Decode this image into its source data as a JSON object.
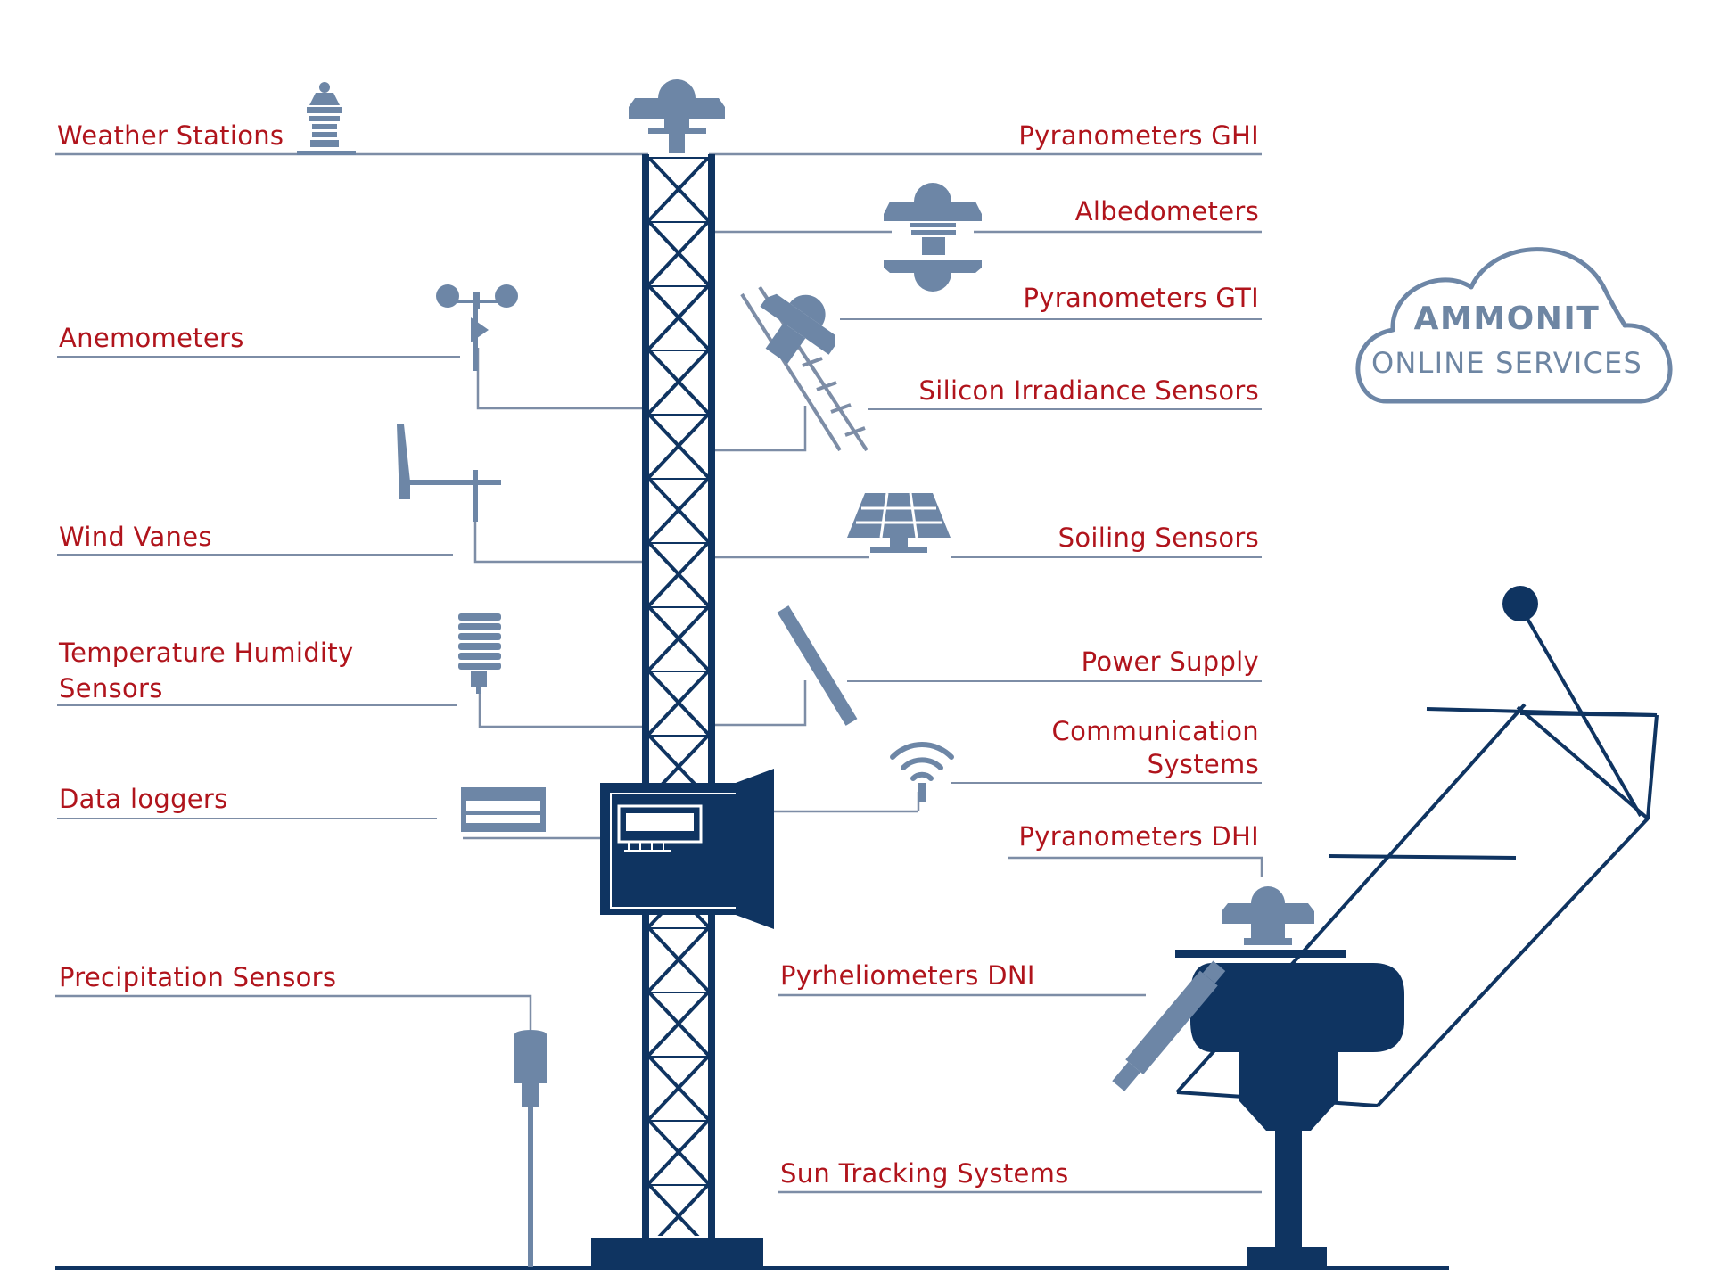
{
  "labels": {
    "weather_stations": "Weather Stations",
    "anemometers": "Anemometers",
    "wind_vanes": "Wind Vanes",
    "temp_humidity_line1": "Temperature Humidity",
    "temp_humidity_line2": "Sensors",
    "data_loggers": "Data loggers",
    "precipitation": "Precipitation Sensors",
    "pyranometers_ghi": "Pyranometers GHI",
    "albedometers": "Albedometers",
    "pyranometers_gti": "Pyranometers GTI",
    "silicon_irradiance": "Silicon Irradiance Sensors",
    "soiling": "Soiling Sensors",
    "power_supply": "Power Supply",
    "communication_line1": "Communication",
    "communication_line2": "Systems",
    "pyranometers_dhi": "Pyranometers DHI",
    "pyrheliometers_dni": "Pyrheliometers DNI",
    "sun_tracking": "Sun Tracking Systems"
  },
  "cloud": {
    "brand": "AMMONIT",
    "tagline": "ONLINE SERVICES"
  },
  "colors": {
    "label_red": "#b0141c",
    "line_gray": "#7d8da6",
    "mast_navy": "#0f3461",
    "icon_steel": "#6d86a6"
  },
  "icons": [
    "weather-station-icon",
    "anemometer-icon",
    "wind-vane-icon",
    "temp-humidity-sensor-icon",
    "data-logger-icon",
    "rain-gauge-icon",
    "pyranometer-icon",
    "albedometer-icon",
    "tilted-pyranometer-icon",
    "silicon-sensor-icon",
    "solar-panel-icon",
    "power-panel-icon",
    "wifi-antenna-icon",
    "cloud-icon",
    "sun-tracker-icon"
  ]
}
